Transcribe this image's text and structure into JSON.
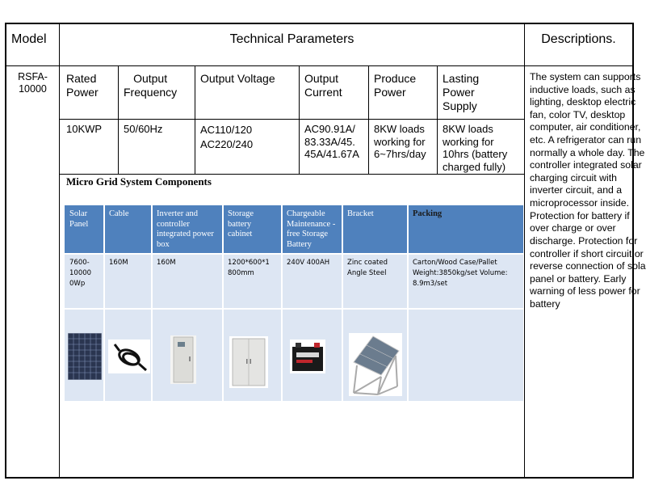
{
  "header": {
    "model": "Model",
    "technical_parameters": "Technical Parameters",
    "descriptions": "Descriptions."
  },
  "model_value": "RSFA-\n10000",
  "parameters": [
    {
      "label": "Rated\nPower",
      "value": "10KWP"
    },
    {
      "label": "Output\nFrequency",
      "value": "50/60Hz"
    },
    {
      "label": "Output Voltage",
      "value": "AC110/120\nAC220/240"
    },
    {
      "label": "Output\nCurrent",
      "value": "AC90.91A/\n83.33A/45.\n45A/41.67A"
    },
    {
      "label": "Produce\nPower",
      "value": "8KW loads\nworking for\n6~7hrs/day"
    },
    {
      "label": "Lasting\nPower\nSupply",
      "value": "8KW loads\nworking for\n10hrs (battery\ncharged fully)"
    }
  ],
  "description": "The system can supports inductive loads, such as lighting, desktop electric fan, color TV, desktop computer, air conditioner, etc. A refrigerator can run normally a whole day. The controller integrated solar charging circuit with inverter circuit, and a microprocessor inside. Protection for battery if over charge or over discharge.\nProtection for controller if short circuit or reverse connection of solar panel or battery.\nEarly warning of less power for battery",
  "components": {
    "title": "Micro Grid System Components",
    "columns": [
      {
        "header": "Solar\nPanel",
        "value": "7600-\n10000\n0Wp",
        "icon": "solar-panel-icon"
      },
      {
        "header": "Cable",
        "value": "160M",
        "icon": "cable-icon"
      },
      {
        "header": "Inverter and\ncontroller\nintegrated\npower box",
        "value": "160M",
        "icon": "power-box-icon"
      },
      {
        "header": "Storage\nbattery\ncabinet",
        "value": "1200*600*1\n800mm",
        "icon": "battery-cabinet-icon"
      },
      {
        "header": "Chargeable\nMaintenance\n-free Storage\nBattery",
        "value": " 240V\n400AH",
        "icon": "battery-icon"
      },
      {
        "header": "Bracket",
        "value": "Zinc coated\nAngle Steel",
        "icon": "bracket-icon"
      },
      {
        "header": "Packing",
        "value": "Carton/Wood Case/Pallet\nWeight:3850kg/set\nVolume: 8.9m3/set",
        "icon": ""
      }
    ]
  }
}
